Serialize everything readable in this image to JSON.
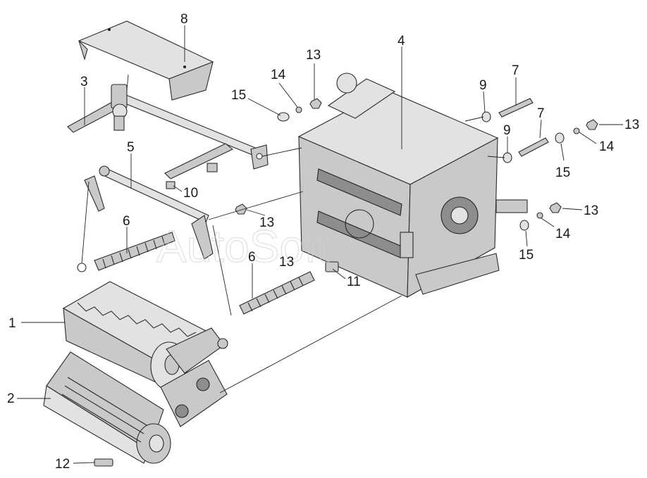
{
  "watermark": "AutoSoft",
  "callouts": [
    {
      "id": "1",
      "text": "1"
    },
    {
      "id": "2",
      "text": "2"
    },
    {
      "id": "3",
      "text": "3"
    },
    {
      "id": "4",
      "text": "4"
    },
    {
      "id": "5",
      "text": "5"
    },
    {
      "id": "6a",
      "text": "6"
    },
    {
      "id": "6b",
      "text": "6"
    },
    {
      "id": "7a",
      "text": "7"
    },
    {
      "id": "7b",
      "text": "7"
    },
    {
      "id": "8",
      "text": "8"
    },
    {
      "id": "9a",
      "text": "9"
    },
    {
      "id": "9b",
      "text": "9"
    },
    {
      "id": "10",
      "text": "10"
    },
    {
      "id": "11",
      "text": "11"
    },
    {
      "id": "12",
      "text": "12"
    },
    {
      "id": "13a",
      "text": "13"
    },
    {
      "id": "13b",
      "text": "13"
    },
    {
      "id": "13c",
      "text": "13"
    },
    {
      "id": "13d",
      "text": "13"
    },
    {
      "id": "13e",
      "text": "13"
    },
    {
      "id": "14a",
      "text": "14"
    },
    {
      "id": "14b",
      "text": "14"
    },
    {
      "id": "14c",
      "text": "14"
    },
    {
      "id": "15a",
      "text": "15"
    },
    {
      "id": "15b",
      "text": "15"
    },
    {
      "id": "15c",
      "text": "15"
    }
  ]
}
